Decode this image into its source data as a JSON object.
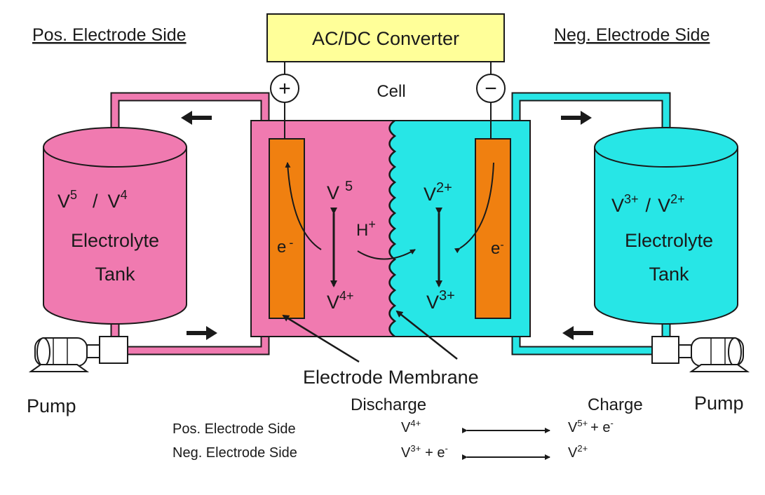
{
  "headers": {
    "pos_side": "Pos. Electrode Side",
    "neg_side": "Neg. Electrode Side"
  },
  "converter": {
    "label": "AC/DC Converter"
  },
  "terminals": {
    "plus": "+",
    "minus": "−"
  },
  "cell_label": "Cell",
  "left_tank": {
    "species_a": "V",
    "species_a_sup": "5",
    "slash": "/",
    "species_b": "V",
    "species_b_sup": "4",
    "line1": "Electrolyte",
    "line2": "Tank"
  },
  "right_tank": {
    "species_a": "V",
    "species_a_sup": "3+",
    "slash": "/",
    "species_b": "V",
    "species_b_sup": "2+",
    "line1": "Electrolyte",
    "line2": "Tank"
  },
  "cell_left": {
    "electron": "e",
    "electron_sup": "-",
    "top_species": "V",
    "top_sup": "5",
    "bottom_species": "V",
    "bottom_sup": "4+",
    "proton": "H",
    "proton_sup": "+"
  },
  "cell_right": {
    "electron": "e",
    "electron_sup": "-",
    "top_species": "V",
    "top_sup": "2+",
    "bottom_species": "V",
    "bottom_sup": "3+"
  },
  "electrode_membrane_label": "Electrode Membrane",
  "pump_left": "Pump",
  "pump_right": "Pump",
  "reactions": {
    "discharge_label": "Discharge",
    "charge_label": "Charge",
    "rows": [
      {
        "side": "Pos. Electrode Side",
        "left_species": "V",
        "left_sup": "4+",
        "left_extra": "",
        "right_species": "V",
        "right_sup": "5+",
        "right_extra": "+ e",
        "right_extra_sup": "-"
      },
      {
        "side": "Neg. Electrode Side",
        "left_species": "V",
        "left_sup": "3+",
        "left_extra": "+ e",
        "left_extra_sup": "-",
        "right_species": "V",
        "right_sup": "2+",
        "right_extra": ""
      }
    ]
  },
  "colors": {
    "pink": "#f07ab0",
    "pink_pipe": "#f07ab0",
    "cyan": "#27e6e6",
    "cyan_pipe": "#27e6e6",
    "electrode": "#f08010",
    "converter_bg": "#ffff99",
    "ink": "#1a1a1a",
    "pump_fill": "#ffffff"
  }
}
